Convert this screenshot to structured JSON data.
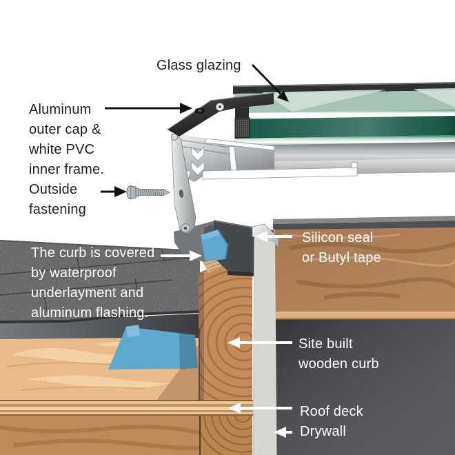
{
  "diagram": {
    "labels": {
      "glass_glazing": "Glass glazing",
      "aluminum_frame": "Aluminum\nouter cap &\nwhite PVC\ninner frame.",
      "outside_fastening": "Outside\nfastening",
      "curb_covered": "The curb is covered\nby waterproof\nunderlayment and\naluminum flashing.",
      "silicon_seal": "Silicon seal\nor Butyl tape",
      "wooden_curb": "Site built\nwooden curb",
      "roof_deck": "Roof deck",
      "drywall": "Drywall"
    },
    "icons": {
      "screw": "hex-head-screw-icon",
      "arrow_dark": "black-pointer-arrow",
      "arrow_light": "white-pointer-arrow"
    },
    "colors": {
      "label_dark": "#1f1f1f",
      "label_light": "#ffffff",
      "glass_dark": "#145647",
      "glass_light": "#a8c2b5",
      "shingle": "#828486",
      "underlayment": "#5fa9ce",
      "plywood": "#eaba8a",
      "curb_wood": "#c48c5a",
      "rafter_wood": "#bf8a59",
      "deck_wood": "#d9a76f",
      "ceiling_wood": "#b28055",
      "flashing": "#45484a",
      "drywall": "#f5f4ef",
      "interior": "#47494d"
    }
  }
}
